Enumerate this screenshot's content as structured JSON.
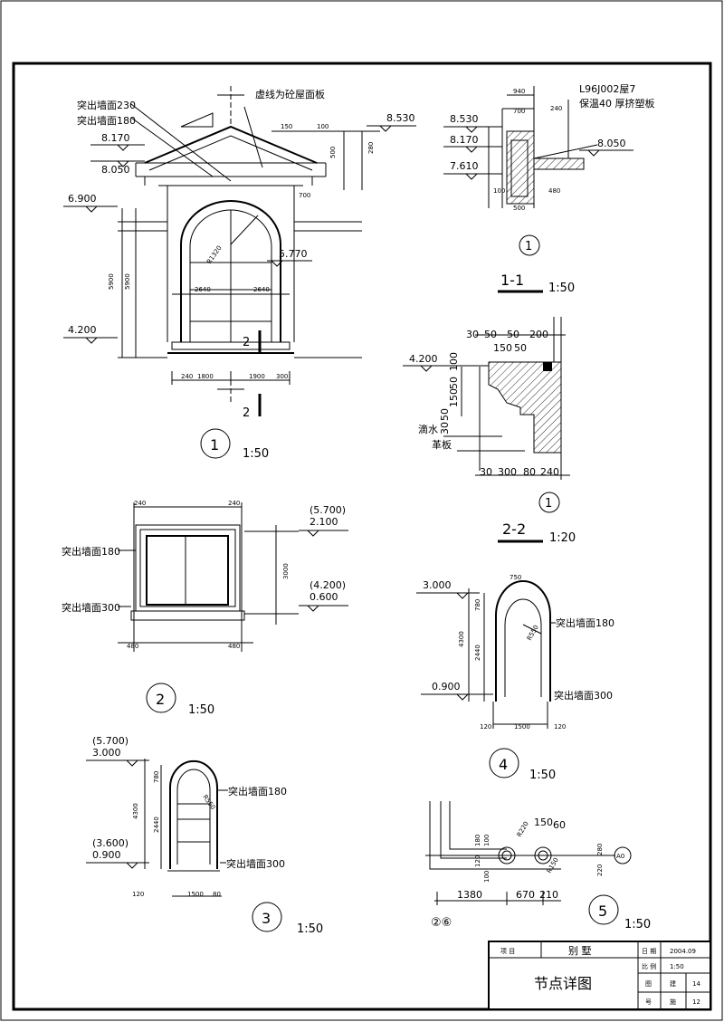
{
  "labels": {
    "wall_230": "突出墙面230",
    "wall_180": "突出墙面180",
    "wall_300": "突出墙面300",
    "virtual_line": "虚线为砼屋面板",
    "drip": "滴水",
    "eave_board": "革板",
    "spec_line1": "L96J002屋7",
    "spec_line2": "保温40  厚挤塑板"
  },
  "elevations": {
    "e8530": "8.530",
    "e8170": "8.170",
    "e8050": "8.050",
    "e7610": "7.610",
    "e6900": "6.900",
    "e5770": "5.770",
    "e4200": "4.200",
    "e3000": "3.000",
    "e0900": "0.900",
    "e2100": "2.100",
    "e0600": "0.600",
    "e5700p": "(5.700)",
    "e4200p": "(4.200)",
    "e3600p": "(3.600)"
  },
  "dims": {
    "d1800": "1800",
    "d1900": "1900",
    "d2640": "2640",
    "d5900": "5900",
    "d240": "240",
    "d200": "200",
    "d480": "480",
    "d3000": "3000",
    "d4300": "4300",
    "d1500": "1500",
    "d120": "120",
    "d780": "780",
    "d2440": "2440",
    "d750": "750",
    "d700": "700",
    "d500": "500",
    "d100": "100",
    "d150": "150",
    "d50": "50",
    "d30": "30",
    "d300": "300",
    "d80": "80",
    "d1380": "1380",
    "d670": "670",
    "d210": "210",
    "d60": "60",
    "d280": "280",
    "d220": "220",
    "d180": "180",
    "d940": "940",
    "r1320": "R1320",
    "r550": "R550",
    "r550b": "R550",
    "r220": "R220",
    "r150": "R150"
  },
  "details": {
    "d1": {
      "num": "1",
      "scale": "1:50"
    },
    "d2": {
      "num": "2",
      "scale": "1:50"
    },
    "d3": {
      "num": "3",
      "scale": "1:50"
    },
    "d4": {
      "num": "4",
      "scale": "1:50"
    },
    "d5": {
      "num": "5",
      "scale": "1:50"
    },
    "s11": {
      "title": "1-1",
      "scale": "1:50",
      "ref": "1"
    },
    "s22": {
      "title": "2-2",
      "scale": "1:20",
      "ref": "1"
    },
    "cut": {
      "mark": "2",
      "mark_b": "2"
    },
    "axis_a0": "A0",
    "axis_26": "②⑥"
  },
  "title_block": {
    "project_label": "项  目",
    "project_name": "别  墅",
    "date_label": "日 期",
    "date_value": "2004.09",
    "scale_label": "比 例",
    "scale_value": "1:50",
    "drawing_title": "节点详图",
    "drawing_label": "图",
    "drawing_code": "建",
    "drawing_no": "14",
    "number_label": "号",
    "number_code": "施",
    "number_no": "12"
  }
}
